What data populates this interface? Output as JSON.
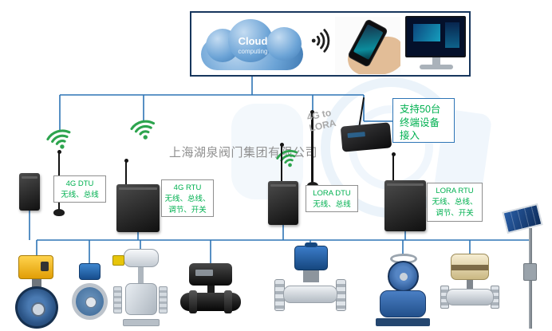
{
  "diagram": {
    "company_watermark": "上海湖泉阀门集团有限公司",
    "cloud": {
      "title": "Cloud",
      "subtitle": "computing"
    },
    "antenna_tag": {
      "line1": "4G to",
      "line2": "LORA"
    },
    "capacity_note": {
      "line1": "支持50台",
      "line2": "终端设备",
      "line3": "接入"
    },
    "device_labels": [
      {
        "title": "4G DTU",
        "line1": "无线、总线"
      },
      {
        "title": "4G RTU",
        "line1": "无线、总线、",
        "line2": "调节、开关"
      },
      {
        "title": "LORA DTU",
        "line1": "无线、总线"
      },
      {
        "title": "LORA RTU",
        "line1": "无线、总线、",
        "line2": "调节、开关"
      }
    ],
    "colors": {
      "connector_blue": "#2e75b6",
      "label_green": "#00b050",
      "panel_border": "#17365d",
      "wifi_green": "#2da44e"
    },
    "icons": {
      "wifi": "wifi-icon",
      "cloud": "cloud-computing-image",
      "phone": "phone-in-hand-image",
      "monitor": "desktop-monitor-image",
      "antenna": "whip-antenna-image",
      "gateway": "lora-gateway-image"
    },
    "products": [
      "butterfly-valve-yellow-electric-actuator",
      "butterfly-valve-blue-electric-actuator",
      "gate-valve-pneumatic-actuator",
      "pvc-ball-valve-black-electric-actuator",
      "flanged-ball-valve-blue-electric-actuator",
      "butterfly-valve-blue-gearbox",
      "ball-valve-electric-actuator",
      "solar-powered-pole-station"
    ]
  }
}
